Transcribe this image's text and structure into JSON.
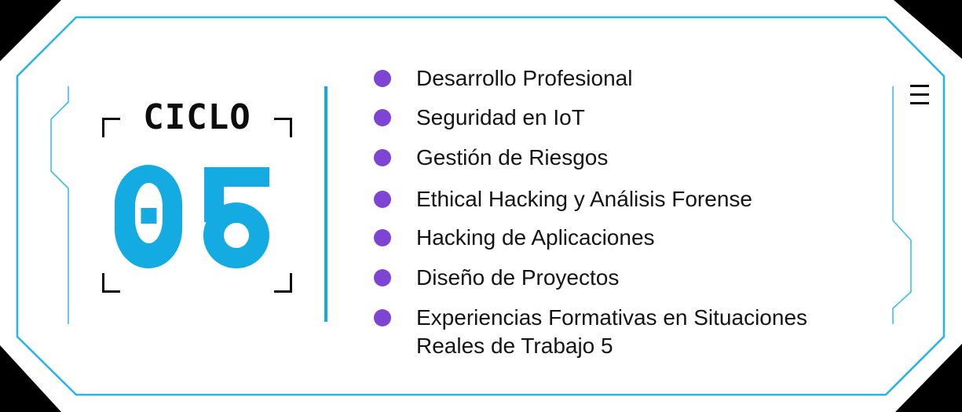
{
  "colors": {
    "background": "#000000",
    "card": "#ffffff",
    "cyan": "#14aae2",
    "frame": "#2bb2e7",
    "decor": "#3fbcee",
    "purple": "#7e44d4",
    "ink": "#0d0d0d",
    "text": "#141414"
  },
  "cycle": {
    "label": "CICLO",
    "number": "05"
  },
  "icons": {
    "menu": "hamburger-icon"
  },
  "list": {
    "items": [
      {
        "label": "Desarrollo Profesional"
      },
      {
        "label": "Seguridad en IoT"
      },
      {
        "label": "Gestión de Riesgos"
      },
      {
        "label": "Ethical Hacking y Análisis Forense"
      },
      {
        "label": "Hacking de Aplicaciones"
      },
      {
        "label": "Diseño de Proyectos"
      },
      {
        "label": "Experiencias Formativas en Situaciones Reales de Trabajo 5"
      }
    ]
  }
}
